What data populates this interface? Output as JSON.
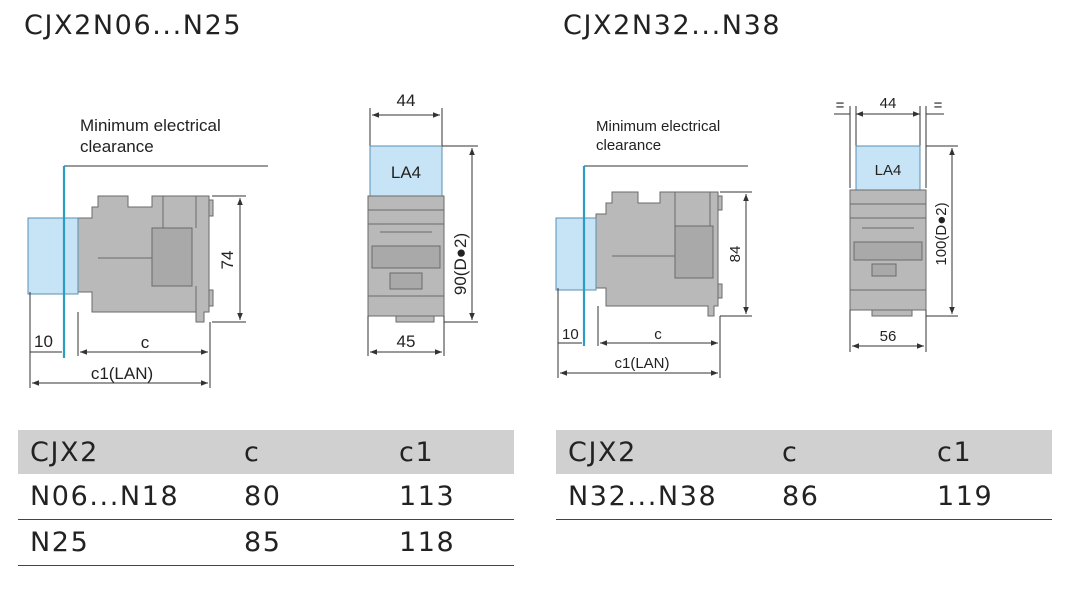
{
  "sections": [
    {
      "title": "CJX2N06...N25",
      "drawing": {
        "clearance_label_line1": "Minimum electrical",
        "clearance_label_line2": "clearance",
        "height_dim": "74",
        "offset_dim": "10",
        "c_dim": "c",
        "c1_dim": "c1(LAN)",
        "front_width_top": "44",
        "front_width_bottom": "45",
        "front_height": "90(D●2)",
        "module_label": "LA4",
        "equal_mark": ""
      },
      "table": {
        "headers": [
          "CJX2",
          "c",
          "c1"
        ],
        "rows": [
          [
            "N06...N18",
            "80",
            "113"
          ],
          [
            "N25",
            "85",
            "118"
          ]
        ]
      }
    },
    {
      "title": "CJX2N32...N38",
      "drawing": {
        "clearance_label_line1": "Minimum electrical",
        "clearance_label_line2": "clearance",
        "height_dim": "84",
        "offset_dim": "10",
        "c_dim": "c",
        "c1_dim": "c1(LAN)",
        "front_width_top": "44",
        "front_width_bottom": "56",
        "front_height": "100(D●2)",
        "module_label": "LA4",
        "equal_mark": "="
      },
      "table": {
        "headers": [
          "CJX2",
          "c",
          "c1"
        ],
        "rows": [
          [
            "N32...N38",
            "86",
            "119"
          ]
        ]
      }
    }
  ],
  "colors": {
    "module_blue": "#c6e4f5",
    "clearance_line": "#2a9dc4",
    "body_grey": "#b9b9b9",
    "table_header": "#d0d0d0"
  }
}
